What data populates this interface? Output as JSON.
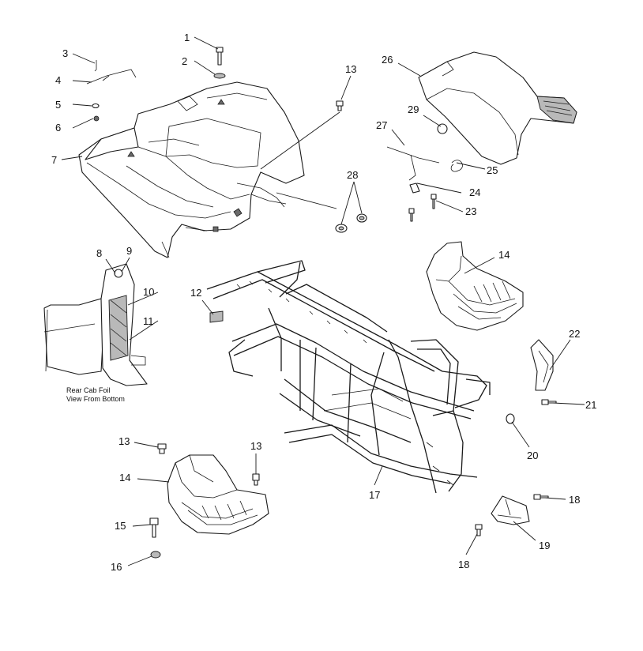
{
  "callouts": [
    {
      "label": "1"
    },
    {
      "label": "2"
    },
    {
      "label": "3"
    },
    {
      "label": "4"
    },
    {
      "label": "5"
    },
    {
      "label": "6"
    },
    {
      "label": "7"
    },
    {
      "label": "8"
    },
    {
      "label": "9"
    },
    {
      "label": "10"
    },
    {
      "label": "11"
    },
    {
      "label": "12"
    },
    {
      "label": "13"
    },
    {
      "label": "13"
    },
    {
      "label": "13"
    },
    {
      "label": "14"
    },
    {
      "label": "14"
    },
    {
      "label": "15"
    },
    {
      "label": "16"
    },
    {
      "label": "17"
    },
    {
      "label": "18"
    },
    {
      "label": "18"
    },
    {
      "label": "19"
    },
    {
      "label": "20"
    },
    {
      "label": "21"
    },
    {
      "label": "22"
    },
    {
      "label": "23"
    },
    {
      "label": "24"
    },
    {
      "label": "25"
    },
    {
      "label": "26"
    },
    {
      "label": "27"
    },
    {
      "label": "28"
    },
    {
      "label": "29"
    }
  ],
  "detail_note": {
    "line1": "Rear Cab Foil",
    "line2": "View From Bottom"
  }
}
